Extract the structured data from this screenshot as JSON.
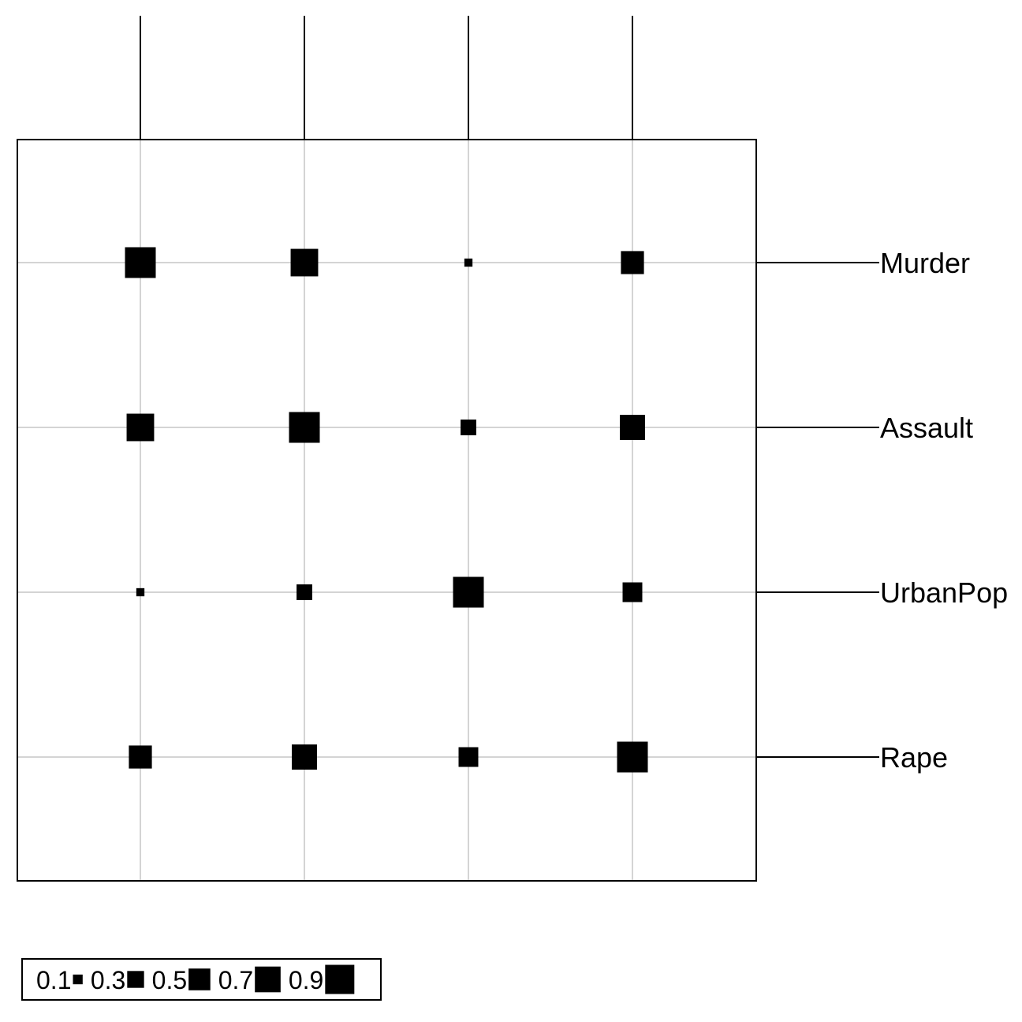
{
  "chart_data": {
    "type": "heatmap",
    "title": "",
    "row_labels": [
      "Murder",
      "Assault",
      "UrbanPop",
      "Rape"
    ],
    "column_labels": [],
    "values": [
      [
        1.0,
        0.8,
        0.07,
        0.56
      ],
      [
        0.8,
        1.0,
        0.26,
        0.67
      ],
      [
        0.07,
        0.26,
        1.0,
        0.41
      ],
      [
        0.56,
        0.67,
        0.41,
        1.0
      ]
    ],
    "mark": "square",
    "mark_color": "#000000",
    "grid": true,
    "grid_color": "#d4d4d4",
    "legend": {
      "placement": "bottom-left",
      "items": [
        {
          "label": "0.1",
          "value": 0.1
        },
        {
          "label": "0.3",
          "value": 0.3
        },
        {
          "label": "0.5",
          "value": 0.5
        },
        {
          "label": "0.7",
          "value": 0.7
        },
        {
          "label": "0.9",
          "value": 0.9
        }
      ]
    }
  }
}
